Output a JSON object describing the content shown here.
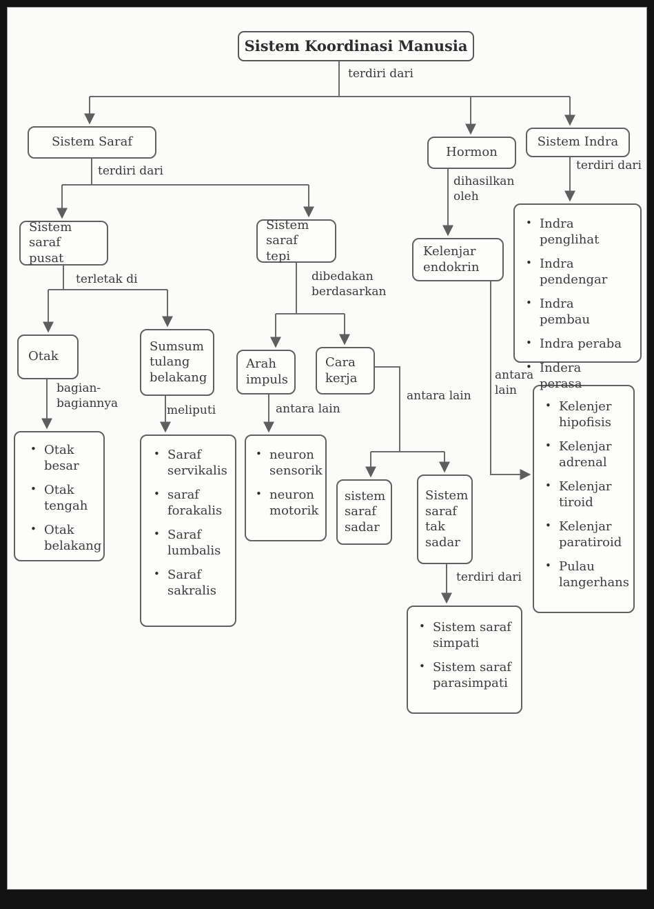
{
  "title": "Sistem Koordinasi Manusia",
  "nodes": {
    "sistem_saraf": "Sistem Saraf",
    "hormon": "Hormon",
    "sistem_indra": "Sistem Indra",
    "saraf_pusat": "Sistem saraf pusat",
    "saraf_tepi": "Sistem saraf tepi",
    "otak": "Otak",
    "sumsum": "Sumsum tulang belakang",
    "arah_impuls": "Arah impuls",
    "cara_kerja": "Cara kerja",
    "kelenjar_endokrin": "Kelenjar endokrin",
    "saraf_sadar": "sistem saraf sadar",
    "saraf_tak_sadar": "Sistem saraf tak sadar"
  },
  "edge_labels": {
    "root_terdiri_dari": "terdiri dari",
    "saraf_terdiri_dari": "terdiri dari",
    "terletak_di": "terletak di",
    "bagian_bagiannya": "bagian-bagiannya",
    "meliputi": "meliputi",
    "dibedakan_berdasarkan": "dibedakan berdasarkan",
    "antara_lain_impuls": "antara lain",
    "antara_lain_kerja": "antara lain",
    "tak_sadar_terdiri_dari": "terdiri dari",
    "dihasilkan_oleh": "dihasilkan oleh",
    "antara_lain_endokrin": "antara lain",
    "indra_terdiri_dari": "terdiri dari"
  },
  "lists": {
    "otak_parts": [
      "Otak besar",
      "Otak tengah",
      "Otak belakang"
    ],
    "sumsum_parts": [
      "Saraf servikalis",
      "saraf forakalis",
      "Saraf lumbalis",
      "Saraf sakralis"
    ],
    "neuron_types": [
      "neuron sensorik",
      "neuron motorik"
    ],
    "tak_sadar_parts": [
      "Sistem saraf simpati",
      "Sistem saraf parasimpati"
    ],
    "endokrin_parts": [
      "Kelenjer hipofisis",
      "Kelenjar adrenal",
      "Kelenjar tiroid",
      "Kelenjar paratiroid",
      "Pulau langerhans"
    ],
    "indra_parts": [
      "Indra penglihat",
      "Indra pendengar",
      "Indra pembau",
      "Indra peraba",
      "Indera perasa"
    ]
  },
  "colors": {
    "line": "#6a6a6a",
    "box_border": "#606060",
    "text": "#3c3c3c",
    "page_bg": "#fbfbfa",
    "frame": "#121212"
  }
}
